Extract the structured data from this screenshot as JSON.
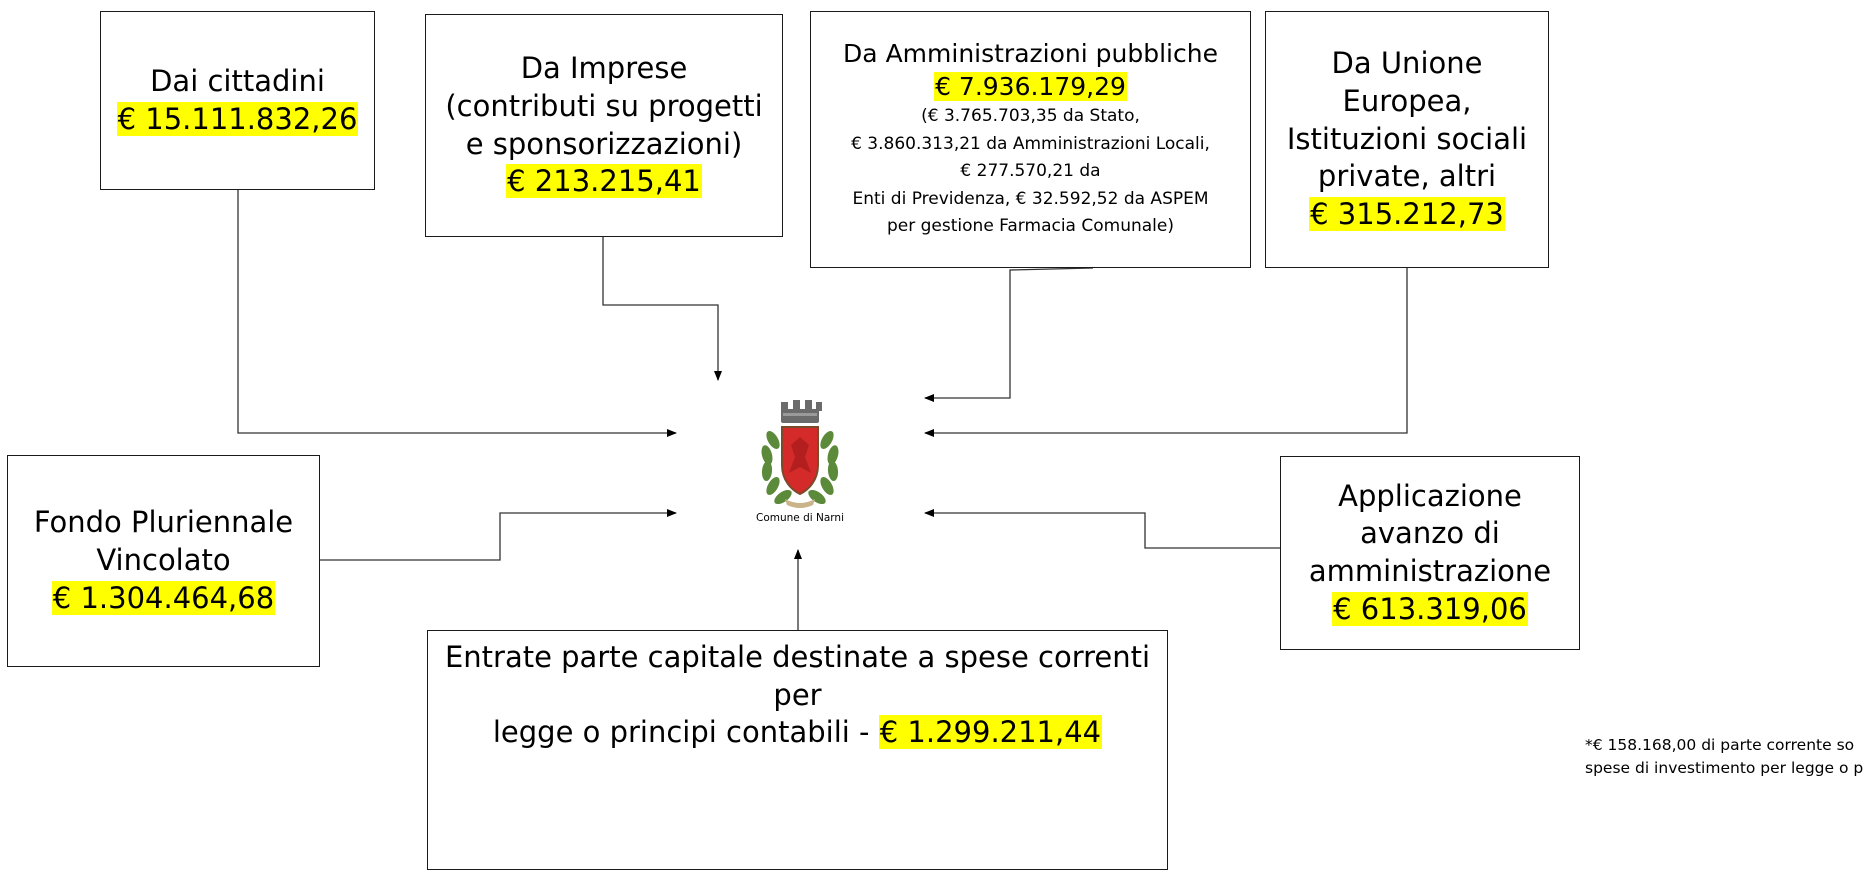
{
  "boxes": {
    "cittadini": {
      "line1": "Dai cittadini",
      "amount": "€ 15.111.832,26"
    },
    "imprese": {
      "line1": "Da Imprese",
      "line2": "(contributi su progetti",
      "line3": "e sponsorizzazioni)",
      "amount": "€ 213.215,41"
    },
    "amministrazioni": {
      "line1": "Da Amministrazioni pubbliche",
      "amount": "€ 7.936.179,29",
      "detail1": "(€ 3.765.703,35 da Stato,",
      "detail2": "€ 3.860.313,21 da Amministrazioni Locali,",
      "detail3": "€ 277.570,21 da",
      "detail4": "Enti di Previdenza, € 32.592,52 da ASPEM",
      "detail5": "per gestione Farmacia Comunale)"
    },
    "ue": {
      "line1": "Da Unione",
      "line2": "Europea,",
      "line3": "Istituzioni sociali",
      "line4": "private, altri",
      "amount": "€ 315.212,73"
    },
    "fondo": {
      "line1": "Fondo Pluriennale",
      "line2": "Vincolato",
      "amount": "€ 1.304.464,68"
    },
    "avanzo": {
      "line1": "Applicazione",
      "line2": "avanzo di",
      "line3": "amministrazione",
      "amount": "€ 613.319,06"
    },
    "capitale": {
      "line1": "Entrate parte capitale destinate a spese correnti per",
      "line2_prefix": "legge o principi contabili - ",
      "amount": "€ 1.299.211,44"
    }
  },
  "center": {
    "caption": "Comune di Narni",
    "icon": "coat-of-arms-icon"
  },
  "footnote": {
    "line1": "*€ 158.168,00 di parte corrente so",
    "line2": "spese di investimento per legge o p"
  },
  "colors": {
    "highlight": "#ffff00",
    "coat_red": "#d42a2a",
    "laurel_green": "#5a8a3a"
  }
}
